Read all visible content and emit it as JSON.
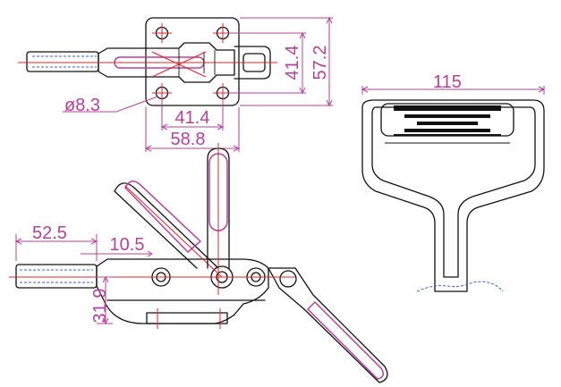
{
  "colors": {
    "outline": "#111111",
    "dimension": "#b0449a",
    "centerline": "#e0242b",
    "hidden": "#3a5fcd"
  },
  "dimensions": {
    "d41_4_vertical": "41.4",
    "d57_2_vertical": "57.2",
    "hole_diameter": "ø8.3",
    "d41_4_horizontal": "41.4",
    "d58_8_horizontal": "58.8",
    "d52_5": "52.5",
    "d10_5": "10.5",
    "d31_9": "31.9",
    "handle_width_115": "115"
  }
}
